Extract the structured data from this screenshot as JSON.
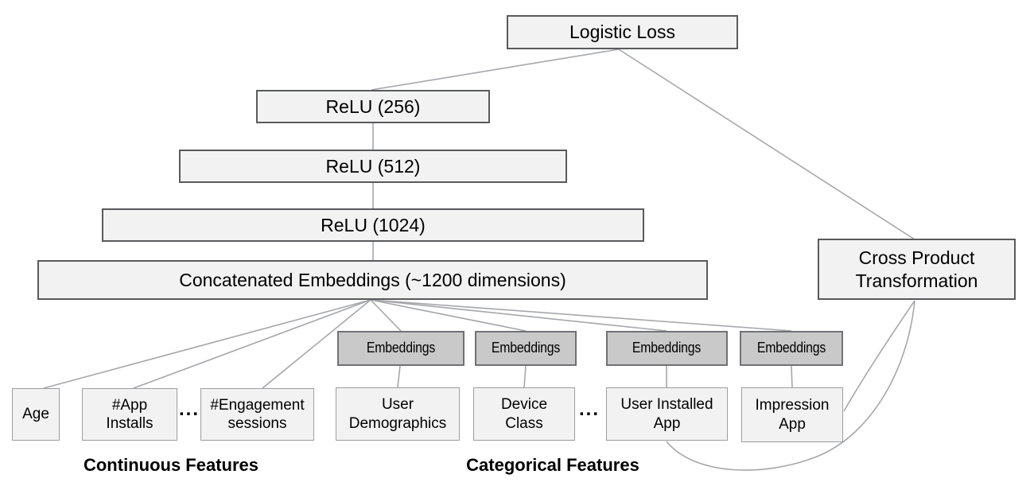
{
  "nodes": {
    "logistic_loss": "Logistic Loss",
    "relu_256": "ReLU (256)",
    "relu_512": "ReLU (512)",
    "relu_1024": "ReLU (1024)",
    "concatenated_embeddings": "Concatenated Embeddings (~1200 dimensions)",
    "cross_product_transformation": "Cross Product\nTransformation",
    "embeddings": [
      "Embeddings",
      "Embeddings",
      "Embeddings",
      "Embeddings"
    ],
    "age": "Age",
    "app_installs": "#App Installs",
    "engagement_sessions": "#Engagement sessions",
    "user_demographics": "User Demographics",
    "device_class": "Device Class",
    "user_installed_app": "User Installed App",
    "impression_app": "Impression App"
  },
  "labels": {
    "continuous": "Continuous Features",
    "categorical": "Categorical Features",
    "ellipsis_continuous": "...",
    "ellipsis_categorical": "..."
  }
}
